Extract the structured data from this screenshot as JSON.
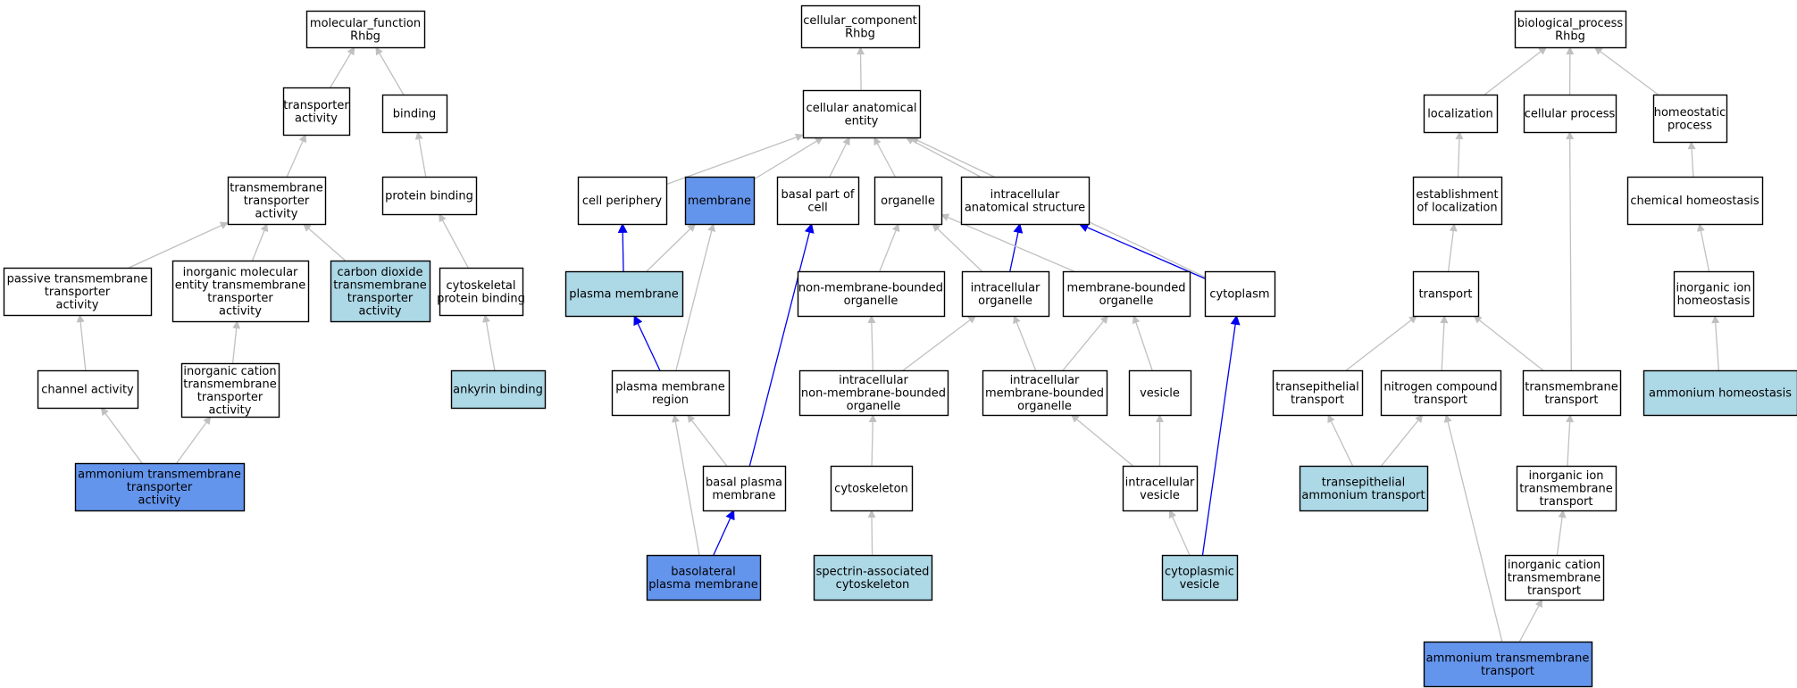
{
  "colors": {
    "plain": "#ffffff",
    "light": "#add8e6",
    "strong": "#6495ed",
    "is_a_edge": "#c0c0c0",
    "part_of_edge": "#0000ee"
  },
  "nodes": [
    {
      "id": "mf",
      "lines": [
        "molecular_function",
        "Rhbg"
      ],
      "fill": "plain"
    },
    {
      "id": "ta",
      "lines": [
        "transporter",
        "activity"
      ],
      "fill": "plain"
    },
    {
      "id": "bind",
      "lines": [
        "binding"
      ],
      "fill": "plain"
    },
    {
      "id": "tmta",
      "lines": [
        "transmembrane",
        "transporter",
        "activity"
      ],
      "fill": "plain"
    },
    {
      "id": "pb",
      "lines": [
        "protein binding"
      ],
      "fill": "plain"
    },
    {
      "id": "ptta",
      "lines": [
        "passive transmembrane",
        "transporter",
        "activity"
      ],
      "fill": "plain"
    },
    {
      "id": "imetta",
      "lines": [
        "inorganic molecular",
        "entity transmembrane",
        "transporter",
        "activity"
      ],
      "fill": "plain"
    },
    {
      "id": "cdtta",
      "lines": [
        "carbon dioxide",
        "transmembrane",
        "transporter",
        "activity"
      ],
      "fill": "light"
    },
    {
      "id": "cpb",
      "lines": [
        "cytoskeletal",
        "protein binding"
      ],
      "fill": "plain"
    },
    {
      "id": "chan",
      "lines": [
        "channel activity"
      ],
      "fill": "plain"
    },
    {
      "id": "icta",
      "lines": [
        "inorganic cation",
        "transmembrane",
        "transporter",
        "activity"
      ],
      "fill": "plain"
    },
    {
      "id": "ankb",
      "lines": [
        "ankyrin binding"
      ],
      "fill": "light"
    },
    {
      "id": "amta",
      "lines": [
        "ammonium transmembrane",
        "transporter",
        "activity"
      ],
      "fill": "strong"
    },
    {
      "id": "cc",
      "lines": [
        "cellular_component",
        "Rhbg"
      ],
      "fill": "plain"
    },
    {
      "id": "cae",
      "lines": [
        "cellular anatomical",
        "entity"
      ],
      "fill": "plain"
    },
    {
      "id": "cper",
      "lines": [
        "cell periphery"
      ],
      "fill": "plain"
    },
    {
      "id": "memb",
      "lines": [
        "membrane"
      ],
      "fill": "strong"
    },
    {
      "id": "bpc",
      "lines": [
        "basal part of",
        "cell"
      ],
      "fill": "plain"
    },
    {
      "id": "org",
      "lines": [
        "organelle"
      ],
      "fill": "plain"
    },
    {
      "id": "ias",
      "lines": [
        "intracellular",
        "anatomical structure"
      ],
      "fill": "plain"
    },
    {
      "id": "pm",
      "lines": [
        "plasma membrane"
      ],
      "fill": "light"
    },
    {
      "id": "nmbo",
      "lines": [
        "non-membrane-bounded",
        "organelle"
      ],
      "fill": "plain"
    },
    {
      "id": "io",
      "lines": [
        "intracellular",
        "organelle"
      ],
      "fill": "plain"
    },
    {
      "id": "mbo",
      "lines": [
        "membrane-bounded",
        "organelle"
      ],
      "fill": "plain"
    },
    {
      "id": "cyto",
      "lines": [
        "cytoplasm"
      ],
      "fill": "plain"
    },
    {
      "id": "pmr",
      "lines": [
        "plasma membrane",
        "region"
      ],
      "fill": "plain"
    },
    {
      "id": "inmbo",
      "lines": [
        "intracellular",
        "non-membrane-bounded",
        "organelle"
      ],
      "fill": "plain"
    },
    {
      "id": "imbo",
      "lines": [
        "intracellular",
        "membrane-bounded",
        "organelle"
      ],
      "fill": "plain"
    },
    {
      "id": "ves",
      "lines": [
        "vesicle"
      ],
      "fill": "plain"
    },
    {
      "id": "bpm",
      "lines": [
        "basal plasma",
        "membrane"
      ],
      "fill": "plain"
    },
    {
      "id": "csk",
      "lines": [
        "cytoskeleton"
      ],
      "fill": "plain"
    },
    {
      "id": "iv",
      "lines": [
        "intracellular",
        "vesicle"
      ],
      "fill": "plain"
    },
    {
      "id": "blpm",
      "lines": [
        "basolateral",
        "plasma membrane"
      ],
      "fill": "strong"
    },
    {
      "id": "sacs",
      "lines": [
        "spectrin-associated",
        "cytoskeleton"
      ],
      "fill": "light"
    },
    {
      "id": "cv",
      "lines": [
        "cytoplasmic",
        "vesicle"
      ],
      "fill": "light"
    },
    {
      "id": "bp",
      "lines": [
        "biological_process",
        "Rhbg"
      ],
      "fill": "plain"
    },
    {
      "id": "loc",
      "lines": [
        "localization"
      ],
      "fill": "plain"
    },
    {
      "id": "cp",
      "lines": [
        "cellular process"
      ],
      "fill": "plain"
    },
    {
      "id": "hp",
      "lines": [
        "homeostatic",
        "process"
      ],
      "fill": "plain"
    },
    {
      "id": "eol",
      "lines": [
        "establishment",
        "of localization"
      ],
      "fill": "plain"
    },
    {
      "id": "ch",
      "lines": [
        "chemical homeostasis"
      ],
      "fill": "plain"
    },
    {
      "id": "tr",
      "lines": [
        "transport"
      ],
      "fill": "plain"
    },
    {
      "id": "iih",
      "lines": [
        "inorganic ion",
        "homeostasis"
      ],
      "fill": "plain"
    },
    {
      "id": "tet",
      "lines": [
        "transepithelial",
        "transport"
      ],
      "fill": "plain"
    },
    {
      "id": "nct",
      "lines": [
        "nitrogen compound",
        "transport"
      ],
      "fill": "plain"
    },
    {
      "id": "tmt",
      "lines": [
        "transmembrane",
        "transport"
      ],
      "fill": "plain"
    },
    {
      "id": "ah",
      "lines": [
        "ammonium homeostasis"
      ],
      "fill": "light"
    },
    {
      "id": "teat",
      "lines": [
        "transepithelial",
        "ammonium transport"
      ],
      "fill": "light"
    },
    {
      "id": "iitt",
      "lines": [
        "inorganic ion",
        "transmembrane",
        "transport"
      ],
      "fill": "plain"
    },
    {
      "id": "ictt",
      "lines": [
        "inorganic cation",
        "transmembrane",
        "transport"
      ],
      "fill": "plain"
    },
    {
      "id": "amtt",
      "lines": [
        "ammonium transmembrane",
        "transport"
      ],
      "fill": "strong"
    }
  ],
  "edges": [
    {
      "from": "ta",
      "to": "mf",
      "rel": "is_a"
    },
    {
      "from": "bind",
      "to": "mf",
      "rel": "is_a"
    },
    {
      "from": "tmta",
      "to": "ta",
      "rel": "is_a"
    },
    {
      "from": "pb",
      "to": "bind",
      "rel": "is_a"
    },
    {
      "from": "ptta",
      "to": "tmta",
      "rel": "is_a"
    },
    {
      "from": "imetta",
      "to": "tmta",
      "rel": "is_a"
    },
    {
      "from": "cdtta",
      "to": "tmta",
      "rel": "is_a"
    },
    {
      "from": "cpb",
      "to": "pb",
      "rel": "is_a"
    },
    {
      "from": "chan",
      "to": "ptta",
      "rel": "is_a"
    },
    {
      "from": "icta",
      "to": "imetta",
      "rel": "is_a"
    },
    {
      "from": "ankb",
      "to": "cpb",
      "rel": "is_a"
    },
    {
      "from": "amta",
      "to": "chan",
      "rel": "is_a"
    },
    {
      "from": "amta",
      "to": "icta",
      "rel": "is_a"
    },
    {
      "from": "cae",
      "to": "cc",
      "rel": "is_a"
    },
    {
      "from": "cper",
      "to": "cae",
      "rel": "is_a"
    },
    {
      "from": "memb",
      "to": "cae",
      "rel": "is_a"
    },
    {
      "from": "bpc",
      "to": "cae",
      "rel": "is_a"
    },
    {
      "from": "org",
      "to": "cae",
      "rel": "is_a"
    },
    {
      "from": "ias",
      "to": "cae",
      "rel": "is_a"
    },
    {
      "from": "cyto",
      "to": "cae",
      "rel": "is_a"
    },
    {
      "from": "pm",
      "to": "cper",
      "rel": "part_of"
    },
    {
      "from": "pm",
      "to": "memb",
      "rel": "is_a"
    },
    {
      "from": "pmr",
      "to": "memb",
      "rel": "is_a"
    },
    {
      "from": "pmr",
      "to": "pm",
      "rel": "part_of"
    },
    {
      "from": "bpm",
      "to": "pmr",
      "rel": "is_a"
    },
    {
      "from": "bpm",
      "to": "bpc",
      "rel": "part_of"
    },
    {
      "from": "blpm",
      "to": "pmr",
      "rel": "is_a"
    },
    {
      "from": "blpm",
      "to": "bpm",
      "rel": "part_of"
    },
    {
      "from": "nmbo",
      "to": "org",
      "rel": "is_a"
    },
    {
      "from": "io",
      "to": "org",
      "rel": "is_a"
    },
    {
      "from": "io",
      "to": "ias",
      "rel": "part_of"
    },
    {
      "from": "mbo",
      "to": "org",
      "rel": "is_a"
    },
    {
      "from": "cyto",
      "to": "ias",
      "rel": "part_of"
    },
    {
      "from": "inmbo",
      "to": "nmbo",
      "rel": "is_a"
    },
    {
      "from": "inmbo",
      "to": "io",
      "rel": "is_a"
    },
    {
      "from": "imbo",
      "to": "io",
      "rel": "is_a"
    },
    {
      "from": "imbo",
      "to": "mbo",
      "rel": "is_a"
    },
    {
      "from": "ves",
      "to": "mbo",
      "rel": "is_a"
    },
    {
      "from": "csk",
      "to": "inmbo",
      "rel": "is_a"
    },
    {
      "from": "sacs",
      "to": "csk",
      "rel": "is_a"
    },
    {
      "from": "iv",
      "to": "imbo",
      "rel": "is_a"
    },
    {
      "from": "iv",
      "to": "ves",
      "rel": "is_a"
    },
    {
      "from": "cv",
      "to": "iv",
      "rel": "is_a"
    },
    {
      "from": "cv",
      "to": "cyto",
      "rel": "part_of"
    },
    {
      "from": "loc",
      "to": "bp",
      "rel": "is_a"
    },
    {
      "from": "cp",
      "to": "bp",
      "rel": "is_a"
    },
    {
      "from": "hp",
      "to": "bp",
      "rel": "is_a"
    },
    {
      "from": "eol",
      "to": "loc",
      "rel": "is_a"
    },
    {
      "from": "ch",
      "to": "hp",
      "rel": "is_a"
    },
    {
      "from": "tr",
      "to": "eol",
      "rel": "is_a"
    },
    {
      "from": "iih",
      "to": "ch",
      "rel": "is_a"
    },
    {
      "from": "tet",
      "to": "tr",
      "rel": "is_a"
    },
    {
      "from": "nct",
      "to": "tr",
      "rel": "is_a"
    },
    {
      "from": "tmt",
      "to": "tr",
      "rel": "is_a"
    },
    {
      "from": "tmt",
      "to": "cp",
      "rel": "is_a"
    },
    {
      "from": "ah",
      "to": "iih",
      "rel": "is_a"
    },
    {
      "from": "teat",
      "to": "tet",
      "rel": "is_a"
    },
    {
      "from": "teat",
      "to": "nct",
      "rel": "is_a"
    },
    {
      "from": "iitt",
      "to": "tmt",
      "rel": "is_a"
    },
    {
      "from": "ictt",
      "to": "iitt",
      "rel": "is_a"
    },
    {
      "from": "amtt",
      "to": "ictt",
      "rel": "is_a"
    },
    {
      "from": "amtt",
      "to": "nct",
      "rel": "is_a"
    }
  ]
}
